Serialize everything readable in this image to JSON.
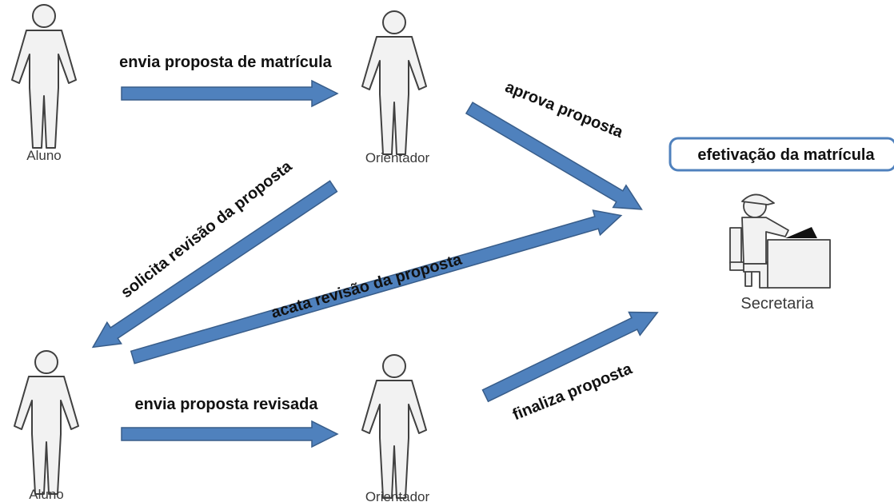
{
  "colors": {
    "arrow_fill": "#4F81BD",
    "arrow_stroke": "#385D8A",
    "figure_fill": "#F2F2F2",
    "figure_stroke": "#404040",
    "box_border": "#4F81BD"
  },
  "actors": {
    "aluno_top": "Aluno",
    "orientador_top": "Orientador",
    "aluno_bottom": "Aluno",
    "orientador_bottom": "Orientador",
    "secretaria": "Secretaria"
  },
  "arrows": {
    "envia_proposta": "envia proposta de matrícula",
    "aprova_proposta": "aprova proposta",
    "solicita_revisao": "solicita revisão da proposta",
    "acata_revisao": "acata revisão da proposta",
    "envia_revisada": "envia proposta revisada",
    "finaliza_proposta": "finaliza proposta"
  },
  "efetivacao_box": "efetivação da matrícula"
}
